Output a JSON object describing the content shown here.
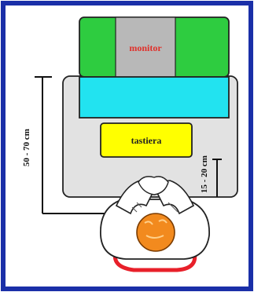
{
  "diagram": {
    "monitor_label": "monitor",
    "keyboard_label": "tastiera",
    "distance_eye_monitor": "50 - 70 cm",
    "distance_keyboard_edge": "15 - 20 cm"
  },
  "colors": {
    "frame_border": "#1a2fa8",
    "monitor_frame": "#2ecc40",
    "monitor_screen": "#b8b8b8",
    "monitor_label": "#e0302a",
    "desk": "#e2e2e2",
    "monitor_base": "#22e3f0",
    "keyboard": "#ffff00",
    "person_head": "#f28a1e",
    "chair": "#e8202a"
  }
}
